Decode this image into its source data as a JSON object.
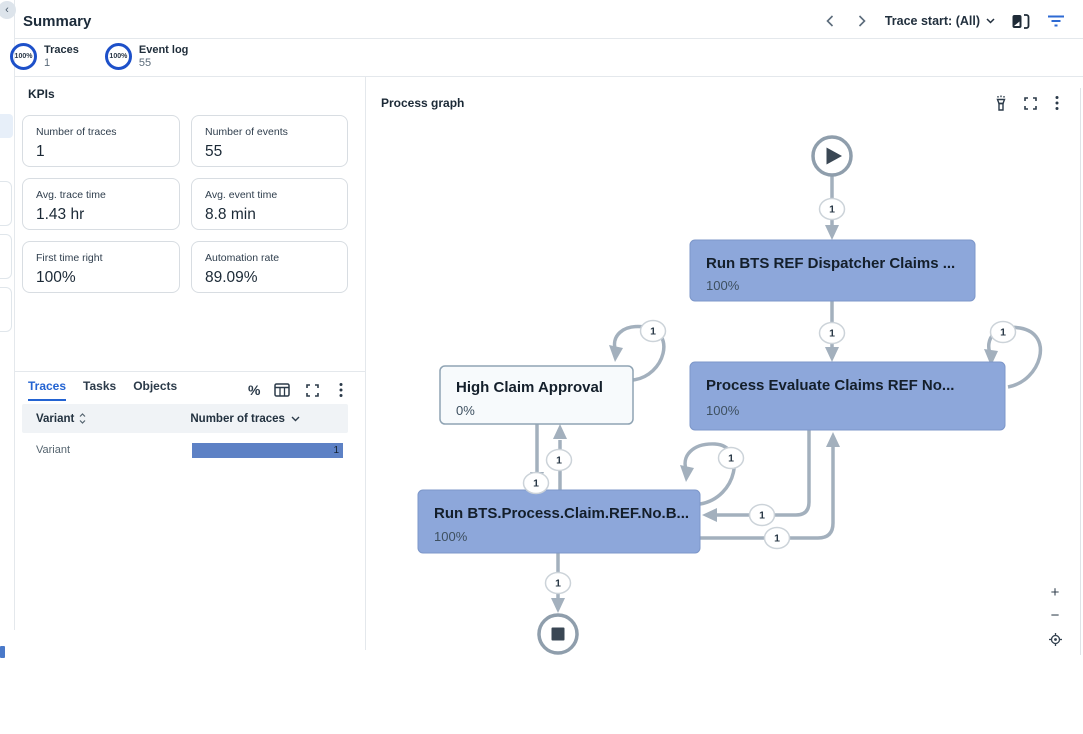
{
  "header": {
    "title": "Summary",
    "trace_start": "Trace start: (All)"
  },
  "stats": {
    "items": [
      {
        "pct": "100%",
        "label": "Traces",
        "value": "1"
      },
      {
        "pct": "100%",
        "label": "Event log",
        "value": "55"
      }
    ]
  },
  "kpis": {
    "title": "KPIs",
    "cards": [
      {
        "label": "Number of traces",
        "value": "1"
      },
      {
        "label": "Number of events",
        "value": "55"
      },
      {
        "label": "Avg. trace time",
        "value": "1.43 hr"
      },
      {
        "label": "Avg. event time",
        "value": "8.8 min"
      },
      {
        "label": "First time right",
        "value": "100%"
      },
      {
        "label": "Automation rate",
        "value": "89.09%"
      }
    ]
  },
  "panel": {
    "tabs": [
      {
        "label": "Traces"
      },
      {
        "label": "Tasks"
      },
      {
        "label": "Objects"
      }
    ],
    "active_tab": "Traces",
    "columns": [
      {
        "label": "Variant"
      },
      {
        "label": "Number of traces"
      }
    ],
    "rows": [
      {
        "variant": "Variant",
        "count": "1"
      }
    ],
    "icons": {
      "percent": "%"
    }
  },
  "graph": {
    "title": "Process graph",
    "nodes": [
      {
        "id": "dispatcher",
        "name": "Run BTS REF Dispatcher Claims ...",
        "pct": "100%"
      },
      {
        "id": "evaluate",
        "name": "Process Evaluate Claims REF No...",
        "pct": "100%"
      },
      {
        "id": "high_claim",
        "name": "High Claim Approval",
        "pct": "0%"
      },
      {
        "id": "run_bts",
        "name": "Run BTS.Process.Claim.REF.No.B...",
        "pct": "100%"
      }
    ],
    "edges": [
      {
        "from": "start",
        "to": "dispatcher",
        "count": "1"
      },
      {
        "from": "dispatcher",
        "to": "evaluate",
        "count": "1"
      },
      {
        "from": "evaluate",
        "to": "evaluate",
        "count": "1"
      },
      {
        "from": "high_claim",
        "to": "high_claim",
        "count": "1"
      },
      {
        "from": "high_claim",
        "to": "run_bts",
        "count": "1"
      },
      {
        "from": "run_bts",
        "to": "high_claim",
        "count": "1"
      },
      {
        "from": "run_bts",
        "to": "run_bts",
        "count": "1"
      },
      {
        "from": "evaluate",
        "to": "run_bts",
        "count": "1"
      },
      {
        "from": "run_bts",
        "to": "evaluate",
        "count": "1"
      },
      {
        "from": "run_bts",
        "to": "end",
        "count": "1"
      }
    ],
    "zoom_in": "+",
    "zoom_out": "−"
  },
  "colors": {
    "accent_blue": "#2363d2",
    "node_fill": "#8da7da",
    "node_light_fill": "#f7fafc",
    "edge_gray": "#a3b0bd",
    "bar_fill": "#5d81c5",
    "ring_blue": "#1d50c9"
  }
}
